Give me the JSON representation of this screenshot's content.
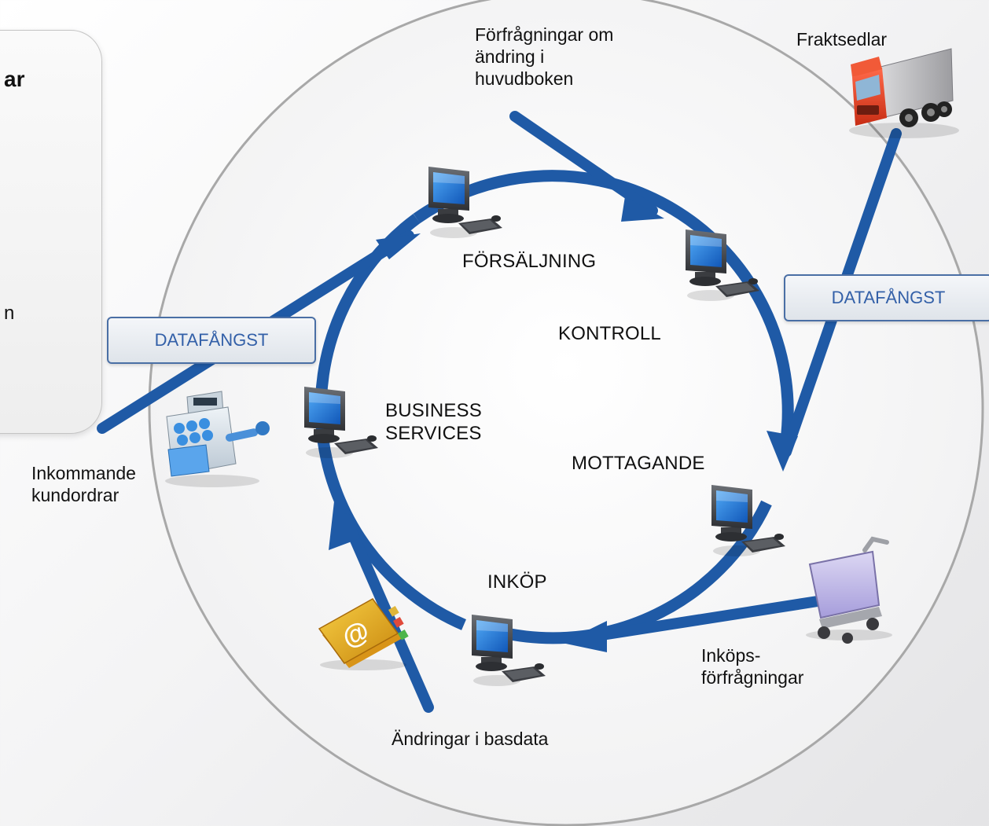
{
  "left_panel": {
    "fragment_title": "ar",
    "fragment_text": "n"
  },
  "stages": {
    "sales": "FÖRSÄLJNING",
    "control": "KONTROLL",
    "business_services_line1": "BUSINESS",
    "business_services_line2": "SERVICES",
    "receiving": "MOTTAGANDE",
    "purchasing": "INKÖP"
  },
  "capture_boxes": {
    "left": "DATAFÅNGST",
    "right": "DATAFÅNGST"
  },
  "inputs": {
    "ledger_requests_line1": "Förfrågningar om",
    "ledger_requests_line2": "ändring i",
    "ledger_requests_line3": "huvudboken",
    "freight_bills": "Fraktsedlar",
    "incoming_orders_line1": "Inkommande",
    "incoming_orders_line2": "kundordrar",
    "purchase_requests_line1": "Inköps-",
    "purchase_requests_line2": "förfrågningar",
    "master_data_changes": "Ändringar i basdata"
  },
  "icons": {
    "workstation": "computer-icon",
    "truck": "truck-icon",
    "cash_register": "cash-register-icon",
    "cart": "shopping-cart-icon",
    "address_book": "address-book-icon"
  },
  "colors": {
    "flow_arrow": "#1f5aa6",
    "capture_text": "#3360a8",
    "ring_border": "#a8a8a8",
    "truck_cab": "#e8432a"
  }
}
